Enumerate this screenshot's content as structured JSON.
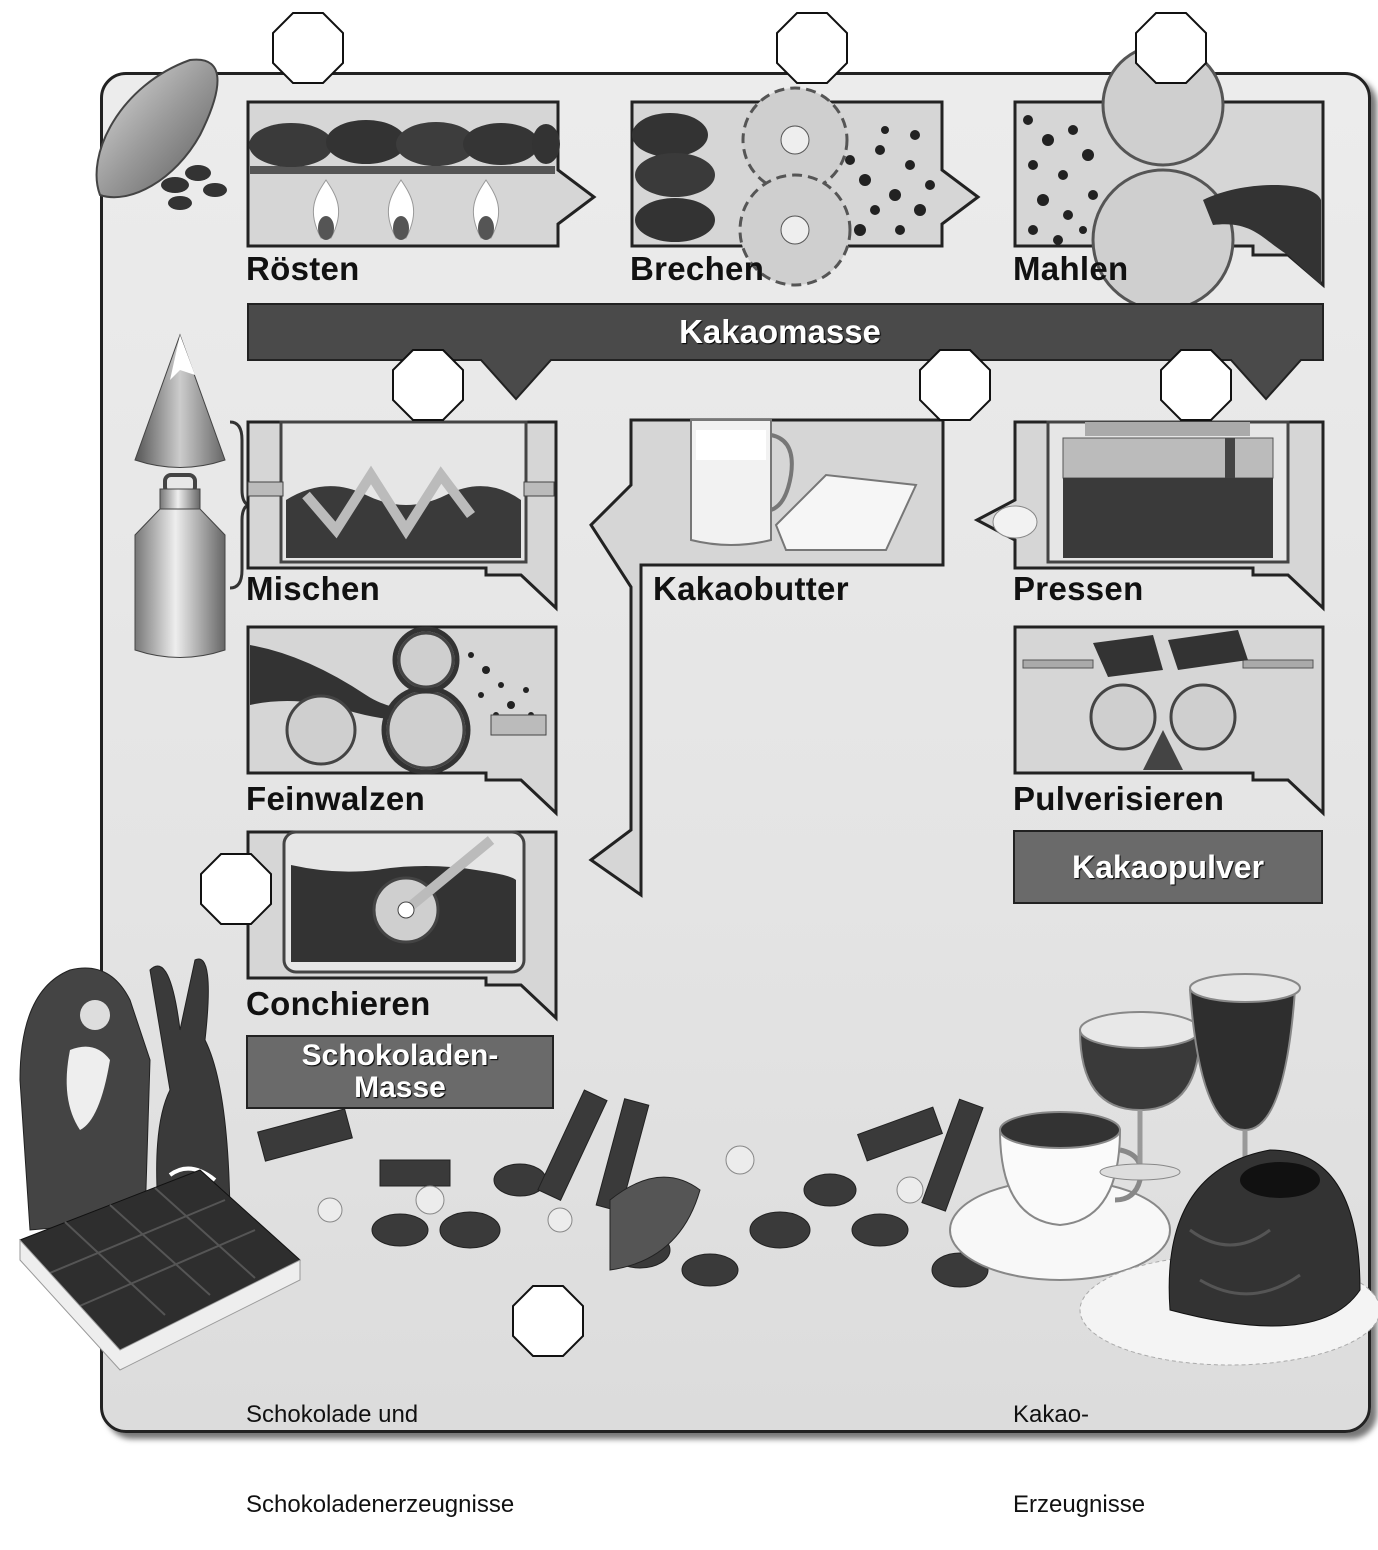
{
  "steps": {
    "roesten": "Rösten",
    "brechen": "Brechen",
    "mahlen": "Mahlen",
    "mischen": "Mischen",
    "kakaobutter": "Kakaobutter",
    "pressen": "Pressen",
    "feinwalzen": "Feinwalzen",
    "pulverisieren": "Pulverisieren",
    "conchieren": "Conchieren"
  },
  "banners": {
    "kakaomasse": "Kakaomasse",
    "kakaopulver": "Kakaopulver",
    "schokoladen_masse_1": "Schokoladen-",
    "schokoladen_masse_2": "Masse"
  },
  "products": {
    "schokolade_1": "Schokolade und",
    "schokolade_2": "Schokoladenerzeugnisse",
    "kakao_1": "Kakao-",
    "kakao_2": "Erzeugnisse"
  },
  "colors": {
    "banner_dark": "#4a4a4a",
    "banner_mid": "#6a6a6a",
    "chocolate": "#3a3a3a",
    "frame": "#222222"
  }
}
